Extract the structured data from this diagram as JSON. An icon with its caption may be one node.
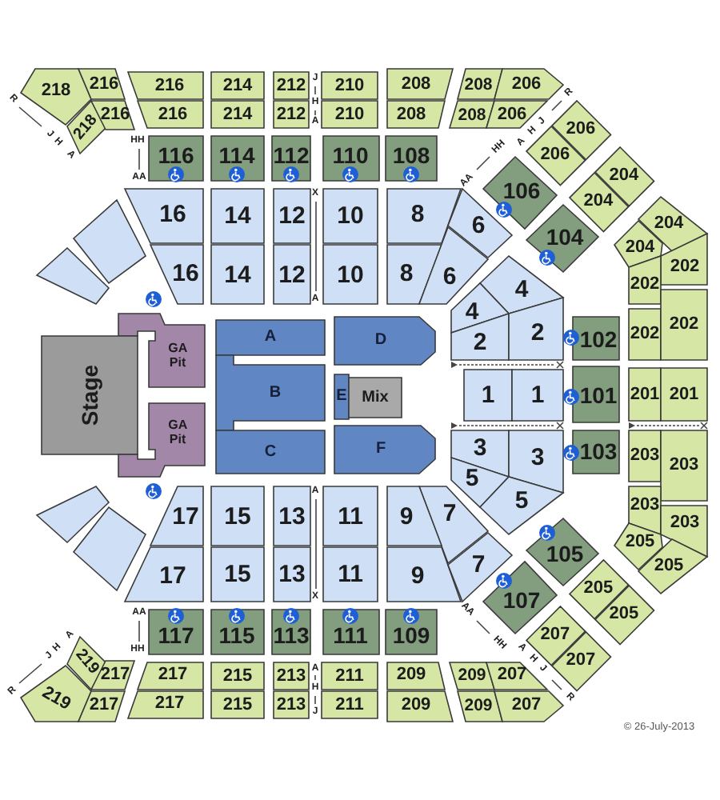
{
  "diagram": {
    "nodes": [
      {
        "text": [
          "218"
        ]
      },
      {
        "text": [
          "216"
        ]
      },
      {
        "text": [
          "216"
        ]
      },
      {
        "text": [
          "214"
        ]
      },
      {
        "text": [
          "212"
        ]
      },
      {
        "text": [
          "210"
        ]
      },
      {
        "text": [
          "208"
        ]
      },
      {
        "text": [
          "208"
        ]
      },
      {
        "text": [
          "206"
        ]
      },
      {
        "text": [
          "218"
        ]
      },
      {
        "text": [
          "216"
        ]
      },
      {
        "text": [
          "216"
        ]
      },
      {
        "text": [
          "214"
        ]
      },
      {
        "text": [
          "212"
        ]
      },
      {
        "text": [
          "210"
        ]
      },
      {
        "text": [
          "208"
        ]
      },
      {
        "text": [
          "208"
        ]
      },
      {
        "text": [
          "206"
        ]
      },
      {
        "text": [
          "206"
        ]
      },
      {
        "text": [
          "206"
        ]
      },
      {
        "text": [
          "116"
        ]
      },
      {
        "text": [
          "114"
        ]
      },
      {
        "text": [
          "112"
        ]
      },
      {
        "text": [
          "110"
        ]
      },
      {
        "text": [
          "108"
        ]
      },
      {
        "text": [
          "204"
        ]
      },
      {
        "text": [
          "106"
        ]
      },
      {
        "text": [
          "204"
        ]
      },
      {
        "text": [
          "104"
        ]
      },
      {
        "text": [
          "204"
        ]
      },
      {
        "text": [
          "204"
        ]
      },
      {
        "text": [
          "202"
        ]
      },
      {
        "text": [
          "202"
        ]
      },
      {
        "text": [],
        "shape": "box"
      },
      {
        "text": [
          "16"
        ]
      },
      {
        "text": [
          "14"
        ]
      },
      {
        "text": [
          "12"
        ]
      },
      {
        "text": [
          "10"
        ]
      },
      {
        "text": [
          "8"
        ]
      },
      {
        "text": [
          "6"
        ]
      },
      {
        "text": [],
        "shape": "box"
      },
      {
        "text": [
          "16"
        ]
      },
      {
        "text": [
          "14"
        ]
      },
      {
        "text": [
          "12"
        ]
      },
      {
        "text": [
          "10"
        ]
      },
      {
        "text": [
          "8"
        ]
      },
      {
        "text": [
          "6"
        ]
      },
      {
        "text": [
          "4"
        ]
      },
      {
        "text": [
          "4"
        ]
      },
      {
        "text": [
          "2"
        ]
      },
      {
        "text": [
          "2"
        ]
      },
      {
        "text": [
          "102"
        ]
      },
      {
        "text": [
          "202"
        ]
      },
      {
        "text": [
          "202"
        ]
      },
      {
        "text": [
          "GA Pit"
        ]
      },
      {
        "text": [
          "A"
        ]
      },
      {
        "text": [
          "D"
        ]
      },
      {
        "text": [
          "Stage"
        ]
      },
      {
        "text": [
          "B"
        ]
      },
      {
        "text": [
          "E"
        ]
      },
      {
        "text": [
          "Mix"
        ]
      },
      {
        "text": [
          "1"
        ]
      },
      {
        "text": [
          "1"
        ]
      },
      {
        "text": [
          "101"
        ]
      },
      {
        "text": [
          "201"
        ]
      },
      {
        "text": [
          "201"
        ]
      },
      {
        "text": [
          "GA Pit"
        ]
      },
      {
        "text": [
          "C"
        ]
      },
      {
        "text": [
          "F"
        ]
      },
      {
        "text": [
          "3"
        ]
      },
      {
        "text": [
          "3"
        ]
      },
      {
        "text": [
          "103"
        ]
      },
      {
        "text": [
          "203"
        ]
      },
      {
        "text": [
          "203"
        ]
      },
      {
        "text": [
          "5"
        ]
      },
      {
        "text": [
          "5"
        ]
      },
      {
        "text": [
          "7"
        ]
      },
      {
        "text": [
          "9"
        ]
      },
      {
        "text": [
          "17"
        ]
      },
      {
        "text": [
          "15"
        ]
      },
      {
        "text": [
          "13"
        ]
      },
      {
        "text": [
          "11"
        ]
      },
      {
        "text": [],
        "shape": "box"
      },
      {
        "text": [
          "203"
        ]
      },
      {
        "text": [
          "203"
        ]
      },
      {
        "text": [
          "205"
        ]
      },
      {
        "text": [
          "105"
        ]
      },
      {
        "text": [
          "205"
        ]
      },
      {
        "text": [],
        "shape": "box"
      },
      {
        "text": [
          "17"
        ]
      },
      {
        "text": [
          "15"
        ]
      },
      {
        "text": [
          "13"
        ]
      },
      {
        "text": [
          "11"
        ]
      },
      {
        "text": [
          "9"
        ]
      },
      {
        "text": [
          "7"
        ]
      },
      {
        "text": [
          "205"
        ]
      },
      {
        "text": [
          "107"
        ]
      },
      {
        "text": [
          "205"
        ]
      },
      {
        "text": [
          "117"
        ]
      },
      {
        "text": [
          "115"
        ]
      },
      {
        "text": [
          "113"
        ]
      },
      {
        "text": [
          "111"
        ]
      },
      {
        "text": [
          "109"
        ]
      },
      {
        "text": [
          "207"
        ]
      },
      {
        "text": [
          "207"
        ]
      },
      {
        "text": [
          "219"
        ]
      },
      {
        "text": [
          "217"
        ]
      },
      {
        "text": [
          "217"
        ]
      },
      {
        "text": [
          "215"
        ]
      },
      {
        "text": [
          "213"
        ]
      },
      {
        "text": [
          "211"
        ]
      },
      {
        "text": [
          "209"
        ]
      },
      {
        "text": [
          "209"
        ]
      },
      {
        "text": [
          "207"
        ]
      },
      {
        "text": [
          "219"
        ]
      },
      {
        "text": [
          "217"
        ]
      },
      {
        "text": [
          "217"
        ]
      },
      {
        "text": [
          "215"
        ]
      },
      {
        "text": [
          "213"
        ]
      },
      {
        "text": [
          "211"
        ]
      },
      {
        "text": [
          "209"
        ]
      },
      {
        "text": [
          "209"
        ]
      },
      {
        "text": [
          "207"
        ]
      }
    ],
    "labels": [
      "J",
      "R",
      "R",
      "H",
      "J",
      "A",
      "H",
      "J",
      "HH",
      "H",
      "A",
      "HH",
      "A",
      "AA",
      "AA",
      "X",
      "A",
      "A",
      "X",
      "AA",
      "AA",
      "A",
      "HH",
      "A",
      "H",
      "HH",
      "J",
      "H",
      "A",
      "J",
      "H",
      "R",
      "R",
      "J",
      "© 26-July-2013"
    ]
  }
}
